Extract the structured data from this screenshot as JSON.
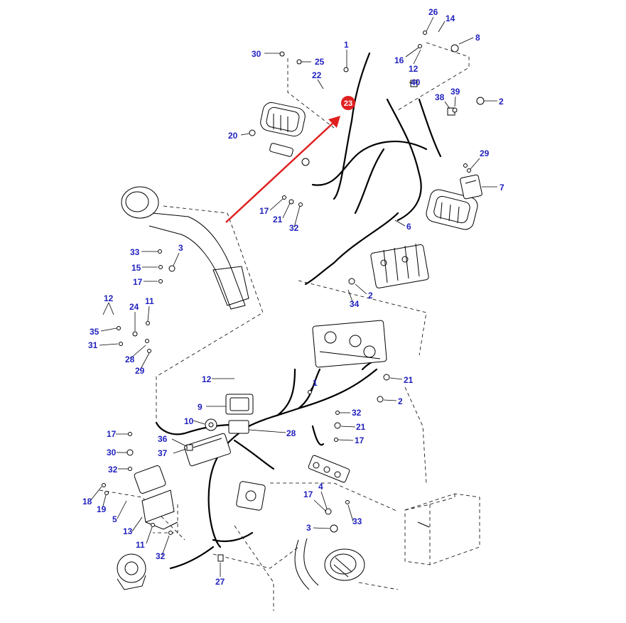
{
  "colors": {
    "callout": "#1f1fbf",
    "highlight": "#e02020",
    "arrow": "#e02020",
    "line": "#000000"
  },
  "highlight": {
    "label": "23"
  },
  "callouts": {
    "c26": "26",
    "c14": "14",
    "c8": "8",
    "c1_top": "1",
    "c30_top": "30",
    "c25": "25",
    "c16": "16",
    "c12_top": "12",
    "c22": "22",
    "c40": "40",
    "c38": "38",
    "c39": "39",
    "c2_top": "2",
    "c20": "20",
    "c29": "29",
    "c7": "7",
    "c17_a": "17",
    "c21_a": "21",
    "c32_a": "32",
    "c6": "6",
    "c33_l": "33",
    "c3_l": "3",
    "c15": "15",
    "c17_l": "17",
    "c2_mid": "2",
    "c34": "34",
    "c12_l": "12",
    "c11_l": "11",
    "c24": "24",
    "c35": "35",
    "c31": "31",
    "c28_l": "28",
    "c29_l": "29",
    "c12_mid": "12",
    "c1_mid": "1",
    "c21_r": "21",
    "c2_r": "2",
    "c9": "9",
    "c32_r": "32",
    "c10": "10",
    "c28_r": "28",
    "c21_r2": "21",
    "c17_r": "17",
    "c17_b": "17",
    "c36": "36",
    "c30_b": "30",
    "c37": "37",
    "c32_b": "32",
    "c18": "18",
    "c19": "19",
    "c5": "5",
    "c13": "13",
    "c11_b": "11",
    "c32_bl": "32",
    "c4": "4",
    "c17_br": "17",
    "c33_br": "33",
    "c3_br": "3",
    "c27": "27"
  }
}
